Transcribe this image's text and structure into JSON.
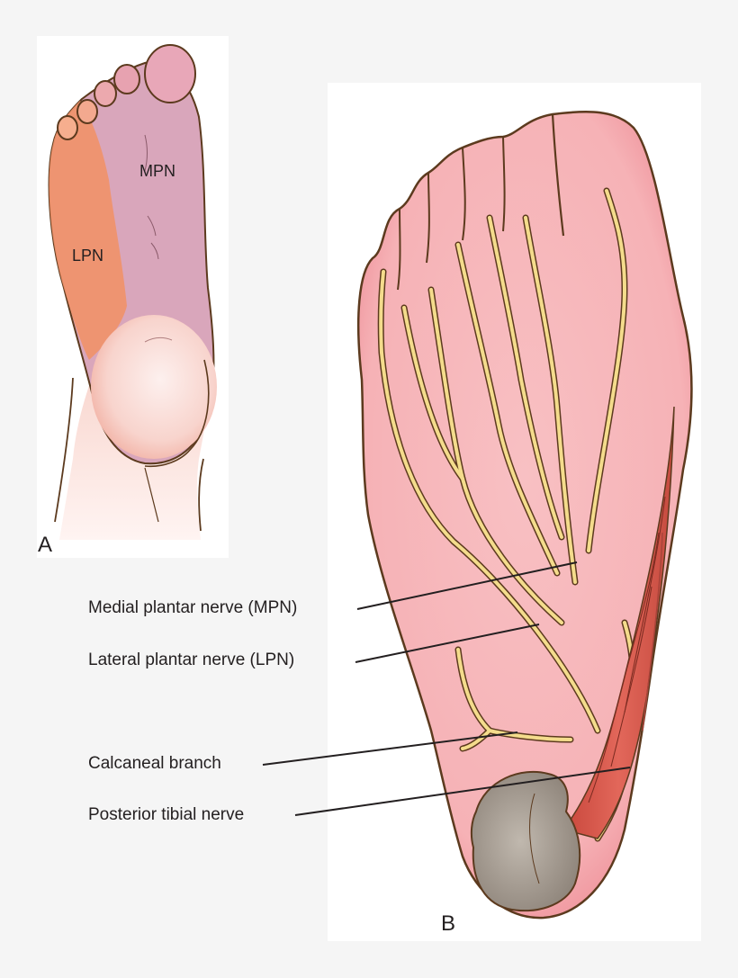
{
  "figure": {
    "panel_a": {
      "letter": "A",
      "regions": [
        {
          "label": "MPN",
          "color": "#d8a3b8"
        },
        {
          "label": "LPN",
          "color": "#f0926a"
        }
      ]
    },
    "panel_b": {
      "letter": "B"
    },
    "callouts": [
      {
        "label": "Medial plantar nerve (MPN)"
      },
      {
        "label": "Lateral plantar nerve (LPN)"
      },
      {
        "label": "Calcaneal branch"
      },
      {
        "label": "Posterior tibial nerve"
      }
    ],
    "colors": {
      "background": "#f5f5f5",
      "skin_outline": "#5c3a1e",
      "skin_pink": "#f4a9ae",
      "nerve_yellow": "#f4dc8c",
      "muscle_red": "#d9574a",
      "mass_gray": "#9e948a"
    }
  }
}
